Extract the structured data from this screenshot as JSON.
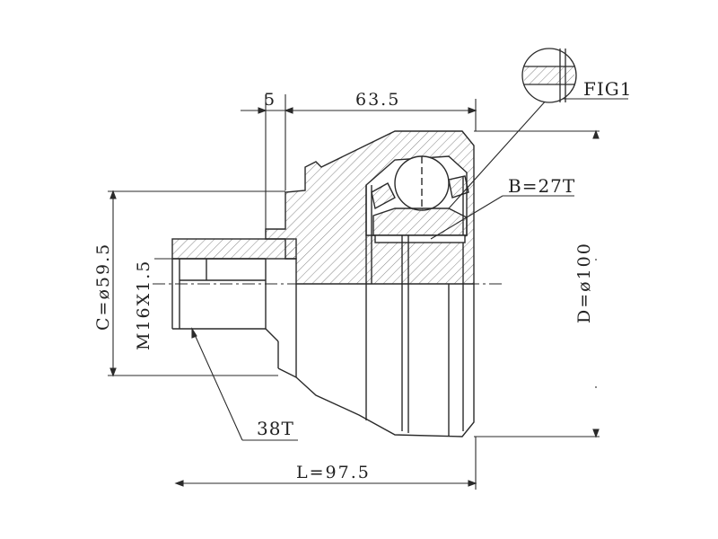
{
  "labels": {
    "fig": "FIG1",
    "dim_top_small": "5",
    "dim_top_large": "63.5",
    "spline_inner": "B=27T",
    "diameter_outer": "D=ø100",
    "diameter_seal": "C=ø59.5",
    "thread": "M16X1.5",
    "spline_outer": "38T",
    "length": "L=97.5"
  },
  "colors": {
    "line": "#2a2a2a",
    "hatch": "#555555"
  }
}
